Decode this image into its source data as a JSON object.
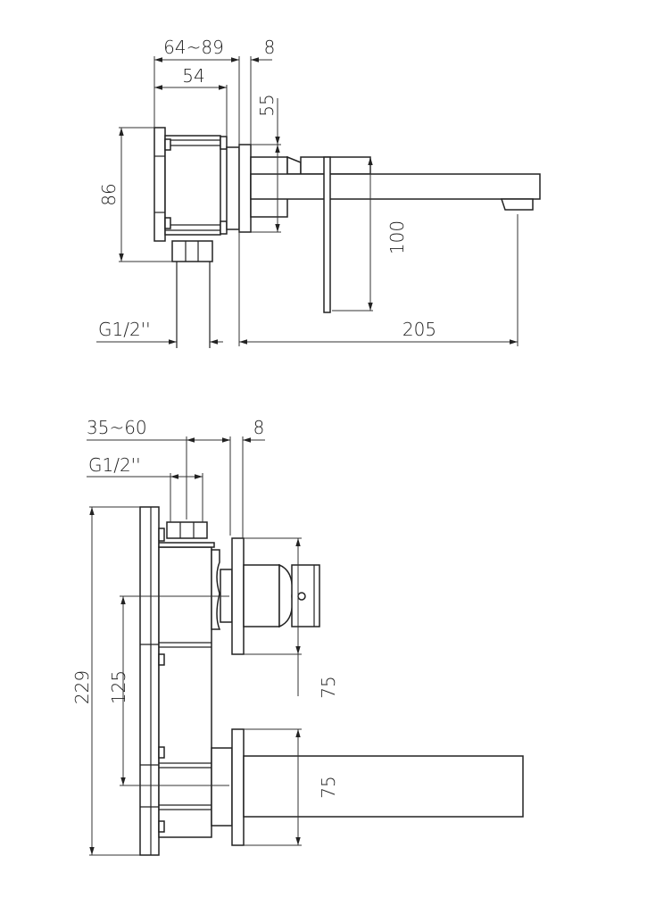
{
  "side_view": {
    "dim_wall_depth": "64~89",
    "dim_body_depth": "54",
    "dim_plate_thickness": "8",
    "dim_plate_height": "55",
    "dim_box_height": "86",
    "dim_spout_height": "100",
    "dim_spout_length": "205",
    "dim_inlet_thread": "G1/2''"
  },
  "front_view": {
    "dim_wall_depth": "35~60",
    "dim_plate_thickness": "8",
    "dim_inlet_thread": "G1/2''",
    "dim_total_height": "229",
    "dim_center_distance": "125",
    "dim_handle_plate": "75",
    "dim_spout_plate": "75"
  }
}
